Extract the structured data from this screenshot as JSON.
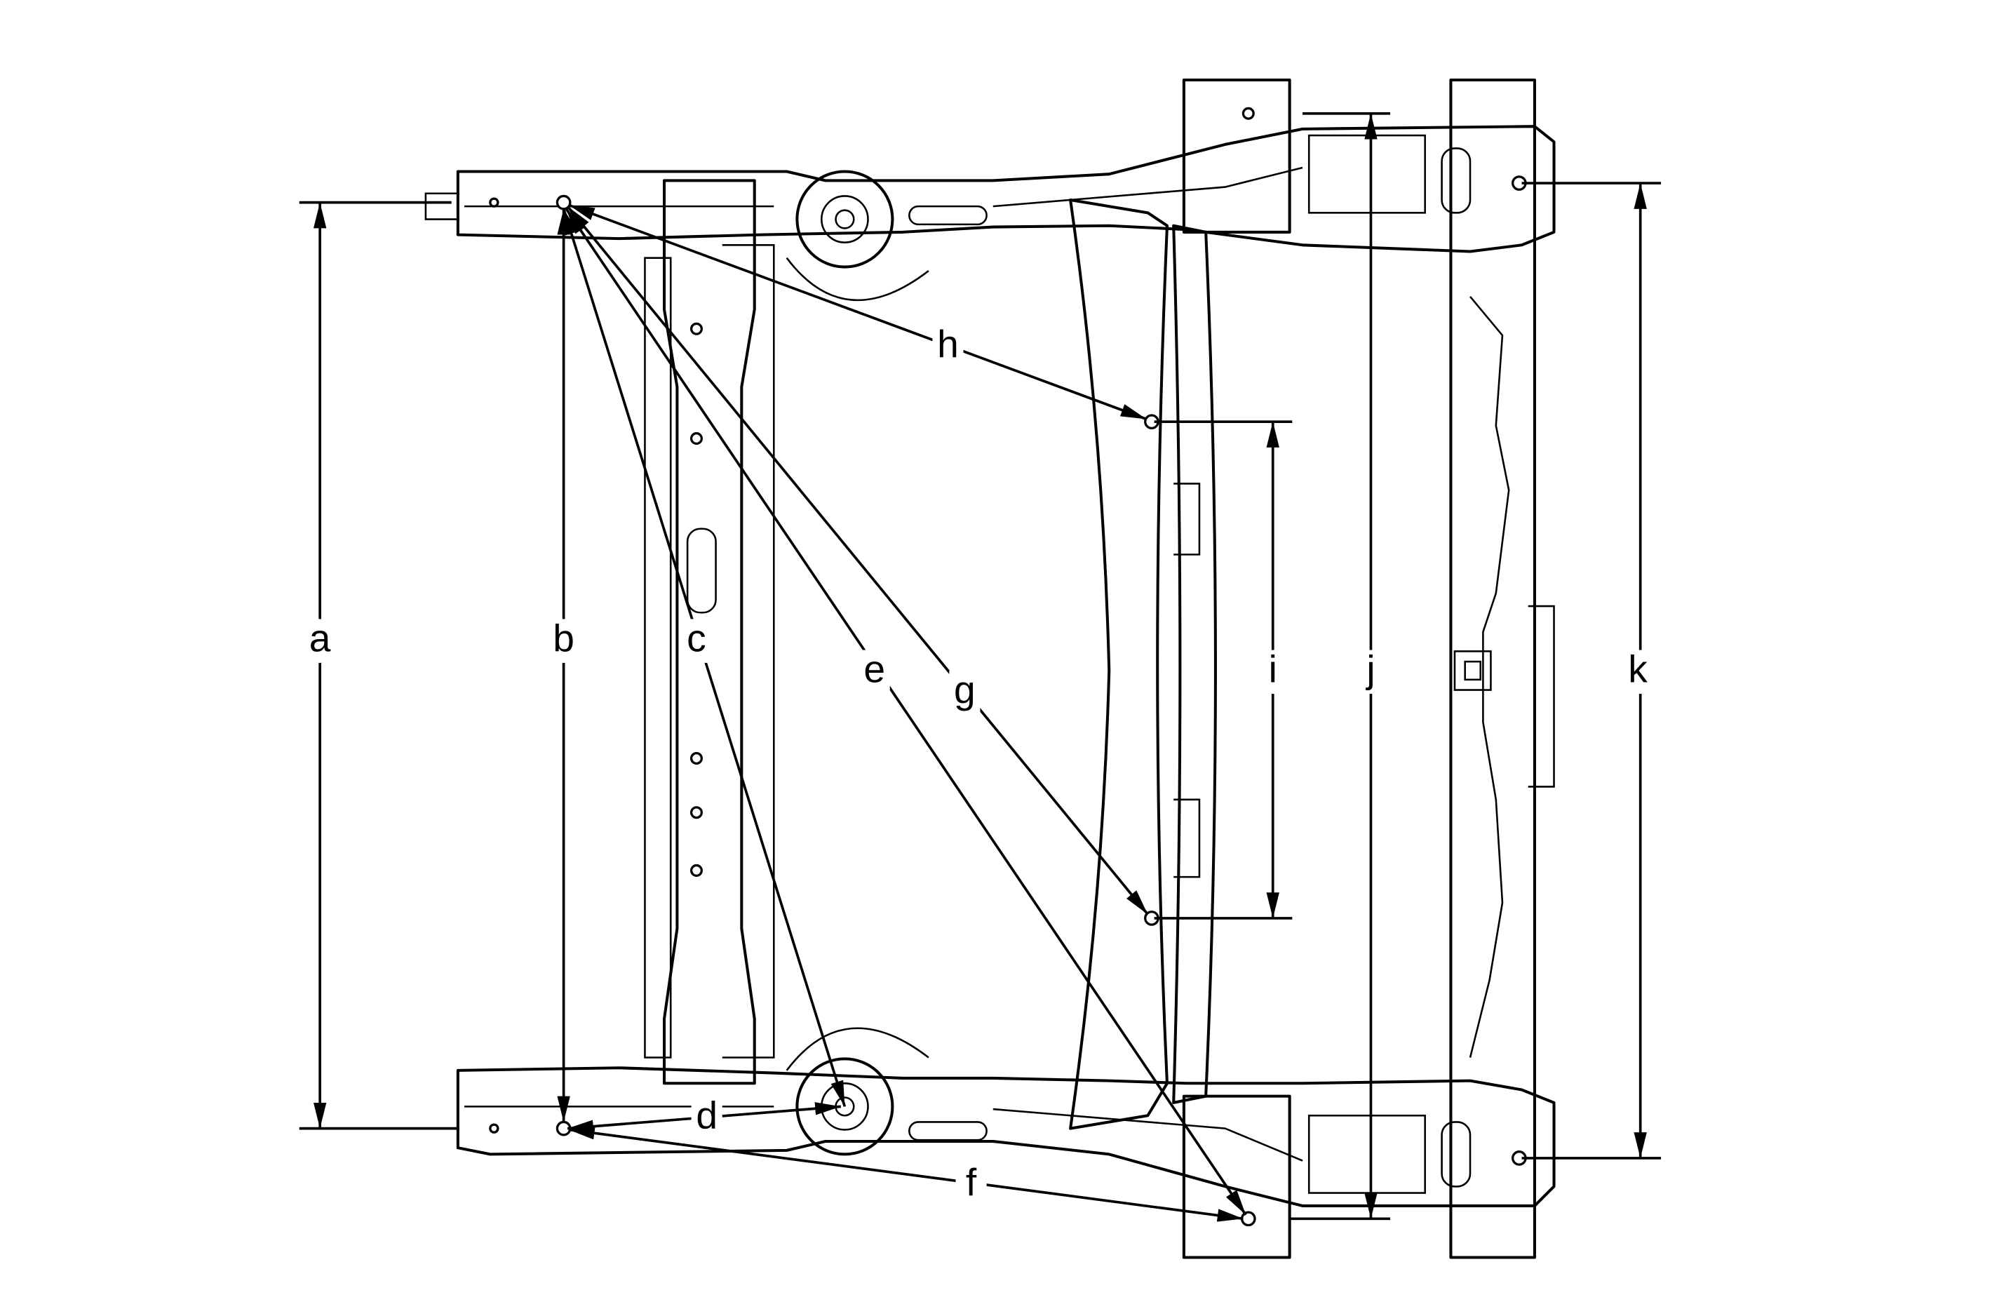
{
  "diagram": {
    "type": "underbody frame dimension diagram",
    "labels": {
      "a": "a",
      "b": "b",
      "c": "c",
      "d": "d",
      "e": "e",
      "f": "f",
      "g": "g",
      "h": "h",
      "i": "i",
      "j": "j",
      "k": "k"
    }
  }
}
